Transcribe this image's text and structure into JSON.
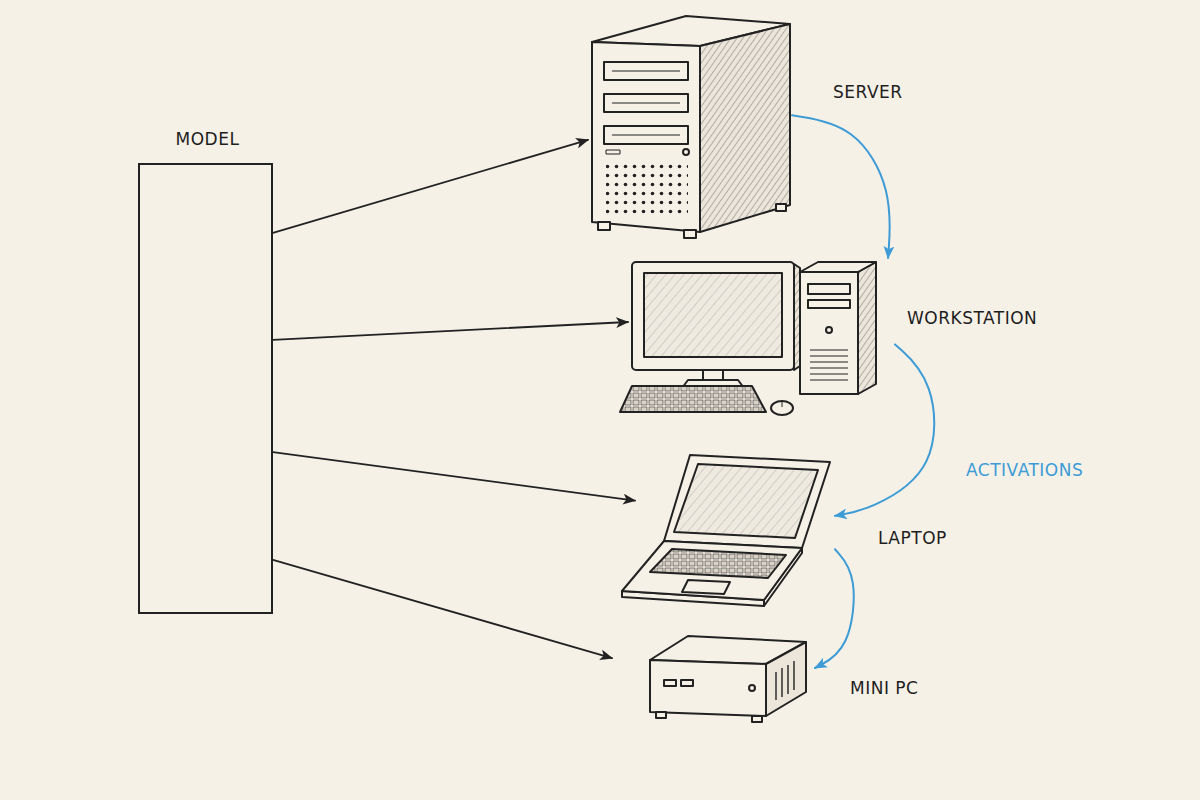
{
  "diagram": {
    "nodes": [
      {
        "text": [
          "MODEL"
        ]
      },
      {
        "text": [
          "SERVER"
        ]
      },
      {
        "text": [
          "WORKSTATION"
        ]
      },
      {
        "text": [
          "LAPTOP"
        ]
      },
      {
        "text": [
          "MINI PC"
        ]
      }
    ],
    "edges": [
      {
        "from": 0,
        "to": 1,
        "arrow": "to"
      },
      {
        "from": 0,
        "to": 2,
        "arrow": "to"
      },
      {
        "from": 0,
        "to": 3,
        "arrow": "to"
      },
      {
        "from": 0,
        "to": 4,
        "arrow": "to"
      },
      {
        "from": 1,
        "to": 2,
        "arrow": "to"
      },
      {
        "from": 2,
        "to": 3,
        "label": "ACTIVATIONS",
        "arrow": "to"
      },
      {
        "from": 3,
        "to": 4,
        "arrow": "to"
      }
    ]
  }
}
